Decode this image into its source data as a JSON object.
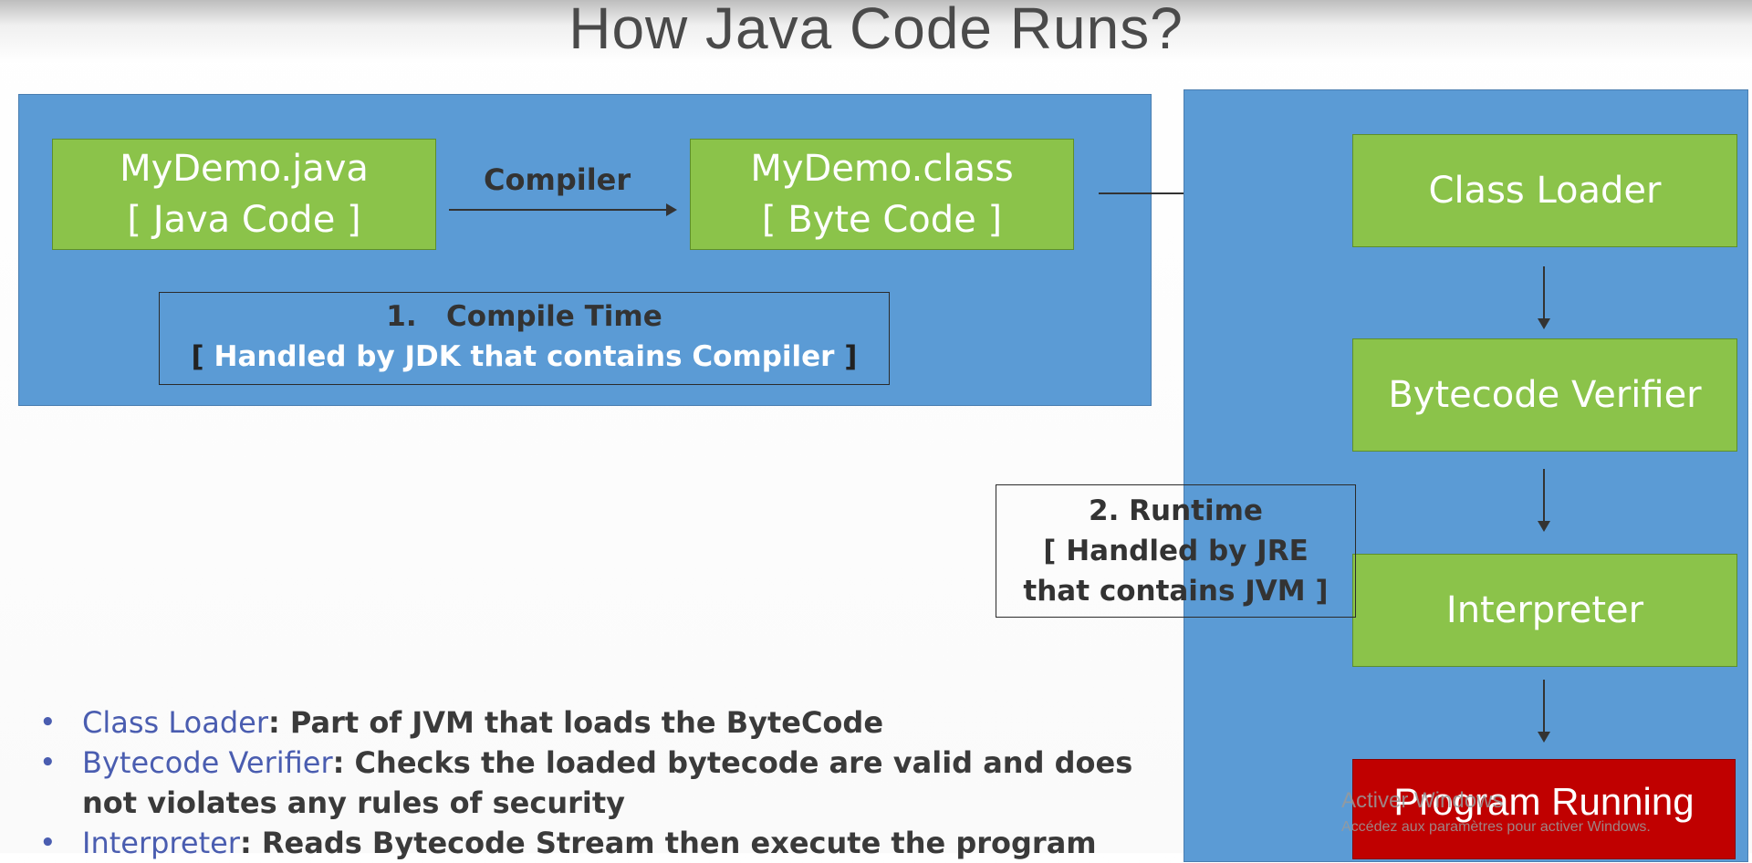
{
  "title": "How Java Code Runs?",
  "compile_panel": {
    "source_box": {
      "line1": "MyDemo.java",
      "line2": "[ Java Code ]"
    },
    "compiler_label": "Compiler",
    "bytecode_box": {
      "line1": "MyDemo.class",
      "line2": "[ Byte Code ]"
    },
    "phase_box": {
      "number": "1.",
      "title": "Compile Time",
      "description": "Handled by JDK that contains Compiler",
      "open_bracket": "[",
      "close_bracket": "]"
    }
  },
  "runtime_panel": {
    "steps": [
      "Class Loader",
      "Bytecode Verifier",
      "Interpreter"
    ],
    "final_step": "Program Running",
    "phase_box": {
      "line1": "2. Runtime",
      "line2": "[ Handled by JRE",
      "line3": "that contains JVM ]"
    }
  },
  "bullets": [
    {
      "term": "Class Loader",
      "text": ": Part of JVM that loads the ByteCode"
    },
    {
      "term": "Bytecode Verifier",
      "text": ": Checks the loaded bytecode are valid and does not violates any rules of security"
    },
    {
      "term": "Interpreter",
      "text": ": Reads Bytecode Stream then execute the program"
    }
  ],
  "watermark": {
    "line1": "Activer Windows",
    "line2": "Accédez aux paramètres pour activer Windows."
  },
  "colors": {
    "panel": "#5b9bd5",
    "box": "#8bc34a",
    "final": "#c00000",
    "term": "#4a5db0"
  }
}
